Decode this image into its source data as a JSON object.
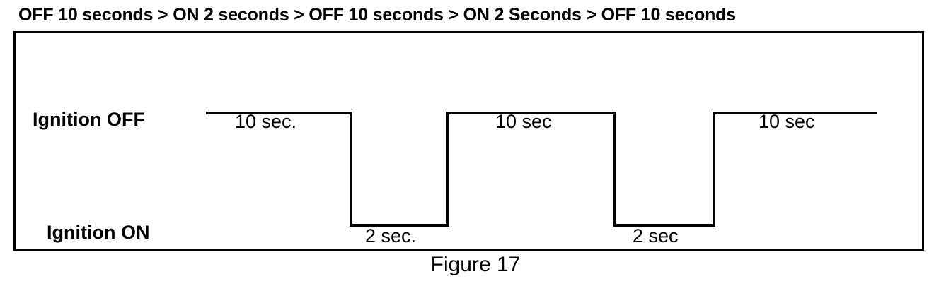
{
  "title": "OFF 10 seconds  > ON 2 seconds > OFF 10 seconds > ON 2 Seconds > OFF 10 seconds",
  "caption": "Figure 17",
  "rows": {
    "high_label": "Ignition OFF",
    "low_label": "Ignition ON"
  },
  "durations": {
    "high_1": "10 sec.",
    "low_1": "2 sec.",
    "high_2": "10 sec",
    "low_2": "2 sec",
    "high_3": "10 sec"
  },
  "colors": {
    "line": "#000000",
    "frame": "#000000",
    "background": "#ffffff"
  },
  "chart_data": {
    "type": "line",
    "title": "OFF 10 seconds  > ON 2 seconds > OFF 10 seconds > ON 2 Seconds > OFF 10 seconds",
    "xlabel": "",
    "ylabel": "",
    "states": [
      "Ignition OFF",
      "Ignition ON"
    ],
    "segments": [
      {
        "state": "Ignition OFF",
        "duration_s": 10,
        "label": "10 sec."
      },
      {
        "state": "Ignition ON",
        "duration_s": 2,
        "label": "2 sec."
      },
      {
        "state": "Ignition OFF",
        "duration_s": 10,
        "label": "10 sec"
      },
      {
        "state": "Ignition ON",
        "duration_s": 2,
        "label": "2 sec"
      },
      {
        "state": "Ignition OFF",
        "duration_s": 10,
        "label": "10 sec"
      }
    ]
  }
}
